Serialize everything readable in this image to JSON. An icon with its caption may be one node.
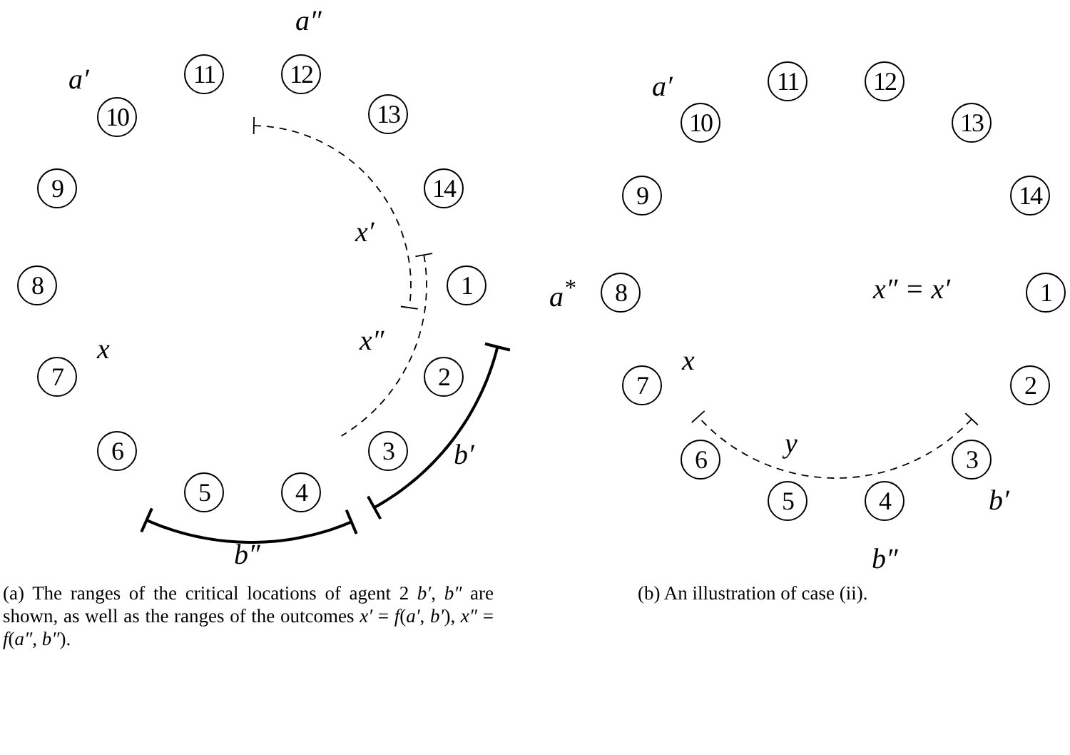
{
  "diagram": {
    "nodes": [
      {
        "text": [
          "1"
        ]
      },
      {
        "text": [
          "2"
        ]
      },
      {
        "text": [
          "3"
        ]
      },
      {
        "text": [
          "4"
        ]
      },
      {
        "text": [
          "5"
        ]
      },
      {
        "text": [
          "6"
        ]
      },
      {
        "text": [
          "7"
        ]
      },
      {
        "text": [
          "8"
        ]
      },
      {
        "text": [
          "9"
        ]
      },
      {
        "text": [
          "10"
        ]
      },
      {
        "text": [
          "11"
        ]
      },
      {
        "text": [
          "12"
        ]
      },
      {
        "text": [
          "13"
        ]
      },
      {
        "text": [
          "14"
        ]
      },
      {
        "text": [
          "1"
        ]
      },
      {
        "text": [
          "2"
        ]
      },
      {
        "text": [
          "3"
        ]
      },
      {
        "text": [
          "4"
        ]
      },
      {
        "text": [
          "5"
        ]
      },
      {
        "text": [
          "6"
        ]
      },
      {
        "text": [
          "7"
        ]
      },
      {
        "text": [
          "8"
        ]
      },
      {
        "text": [
          "9"
        ]
      },
      {
        "text": [
          "10"
        ]
      },
      {
        "text": [
          "11"
        ]
      },
      {
        "text": [
          "12"
        ]
      },
      {
        "text": [
          "13"
        ]
      },
      {
        "text": [
          "14"
        ]
      }
    ],
    "labels": [
      "a″",
      "a′",
      "x′",
      "x″",
      "x",
      "b′",
      "b″",
      "a′",
      "a$^{*}$",
      "x″ = x′",
      "x",
      "y",
      "b′",
      "b″",
      "(a) The ranges of the critical locations of agent 2 *b′*, *b″* are shown, as well as the ranges of the outcomes *x′* = *f*(*a′*, *b′*), *x″* = *f*(*a″*, *b″*).",
      "(b) An illustration of case (ii)."
    ]
  }
}
